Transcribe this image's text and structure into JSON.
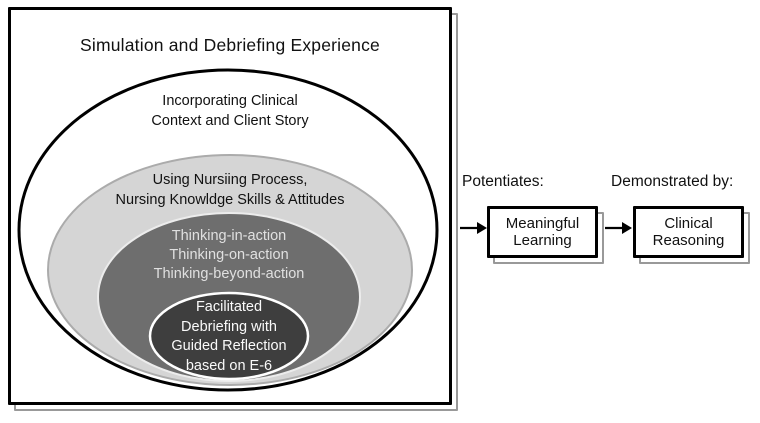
{
  "diagram": {
    "title": "Simulation and Debriefing Experience",
    "rings": [
      {
        "name": "incorporating-clinical-context",
        "lines": [
          "Incorporating Clinical",
          "Context and Client Story"
        ]
      },
      {
        "name": "nursing-process",
        "lines": [
          "Using Nursiing Process,",
          "Nursing Knowldge Skills & Attitudes"
        ]
      },
      {
        "name": "thinking-levels",
        "lines": [
          "Thinking-in-action",
          "Thinking-on-action",
          "Thinking-beyond-action"
        ]
      },
      {
        "name": "facilitated-debriefing",
        "lines": [
          "Facilitated",
          "Debriefing with",
          "Guided Reflection",
          "based on E-6"
        ]
      }
    ]
  },
  "flow": {
    "potentiates_label": "Potentiates:",
    "demonstrated_label": "Demonstrated by:",
    "boxes": [
      {
        "name": "meaningful-learning",
        "lines": [
          "Meaningful",
          "Learning"
        ]
      },
      {
        "name": "clinical-reasoning",
        "lines": [
          "Clinical",
          "Reasoning"
        ]
      }
    ]
  },
  "colors": {
    "outer_ellipse_fill": "#ffffff",
    "outer_ellipse_stroke": "#000000",
    "light_ellipse_fill": "#d5d5d5",
    "light_ellipse_stroke": "#ababab",
    "medium_ellipse_fill": "#6e6e6e",
    "medium_ellipse_stroke": "#ececec",
    "dark_ellipse_fill": "#3e3e3e",
    "dark_ellipse_stroke": "#ffffff",
    "shadow_outline": "#999999",
    "arrow": "#000000"
  }
}
